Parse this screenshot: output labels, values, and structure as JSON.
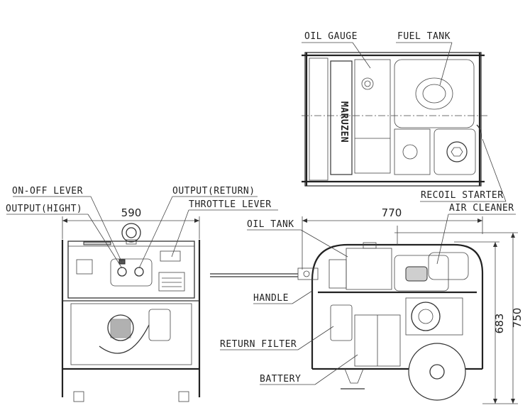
{
  "labels": {
    "oil_gauge": "OIL GAUGE",
    "fuel_tank": "FUEL TANK",
    "recoil_starter": "RECOIL STARTER",
    "air_cleaner": "AIR CLEANER",
    "on_off_lever": "ON-OFF LEVER",
    "output_hight": "OUTPUT(HIGHT)",
    "output_return": "OUTPUT(RETURN)",
    "throttle_lever": "THROTTLE LEVER",
    "oil_tank": "OIL TANK",
    "handle": "HANDLE",
    "return_filter": "RETURN FILTER",
    "battery": "BATTERY"
  },
  "dimensions": {
    "front_width": "590",
    "side_length": "770",
    "height_total": "750",
    "height_frame": "683"
  },
  "brand": "MARUZEN"
}
